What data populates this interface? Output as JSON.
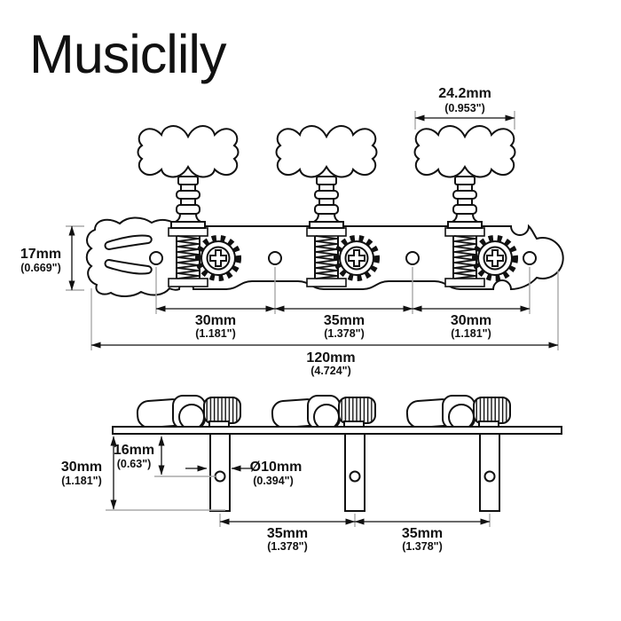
{
  "brand": {
    "logo": "Musiclily"
  },
  "colors": {
    "line": "#111111",
    "extension_line": "#a9a9a9",
    "background": "#ffffff"
  },
  "top_view": {
    "button_width": {
      "mm": "24.2mm",
      "inch": "(0.953\")"
    },
    "plate_height": {
      "mm": "17mm",
      "inch": "(0.669\")"
    },
    "hole_spacing_1": {
      "mm": "30mm",
      "inch": "(1.181\")"
    },
    "hole_spacing_2": {
      "mm": "35mm",
      "inch": "(1.378\")"
    },
    "hole_spacing_3": {
      "mm": "30mm",
      "inch": "(1.181\")"
    },
    "plate_length": {
      "mm": "120mm",
      "inch": "(4.724\")"
    }
  },
  "side_view": {
    "post_length": {
      "mm": "30mm",
      "inch": "(1.181\")"
    },
    "hole_offset": {
      "mm": "16mm",
      "inch": "(0.63\")"
    },
    "post_diameter": {
      "mm": "Ø10mm",
      "inch": "(0.394\")"
    },
    "post_spacing_1": {
      "mm": "35mm",
      "inch": "(1.378\")"
    },
    "post_spacing_2": {
      "mm": "35mm",
      "inch": "(1.378\")"
    }
  }
}
